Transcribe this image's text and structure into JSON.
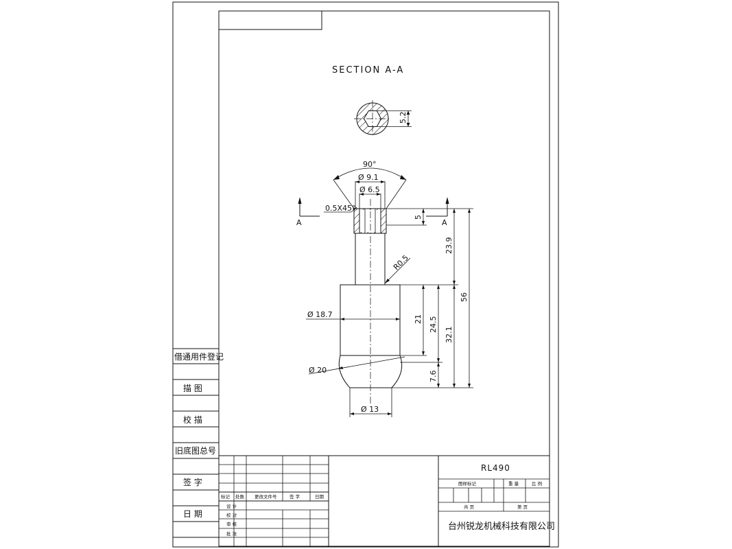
{
  "drawing": {
    "section_title": "SECTION A-A",
    "section_mark": "A",
    "dimensions": {
      "hex_width": "5.2",
      "angle": "90°",
      "dia_9_1": "Ø 9.1",
      "dia_6_5": "Ø 6.5",
      "chamfer": "0.5X45°",
      "depth_5": "5",
      "d23_9": "23.9",
      "d56": "56",
      "r0_5": "R0.5",
      "dia_18_7": "Ø 18.7",
      "d21": "21",
      "d24_5": "24.5",
      "d32_1": "32.1",
      "dia_20": "Ø 20",
      "d7_6": "7.6",
      "dia_13": "Ø 13"
    }
  },
  "left_column": {
    "items": [
      "借通用件登记",
      "描  图",
      "校  描",
      "旧底图总号",
      "签  字",
      "日  期"
    ]
  },
  "title_block": {
    "part_number": "RL490",
    "company": "台州锐龙机械科技有限公司",
    "stage_mark_label": "图样标记",
    "weight_label": "重  量",
    "scale_label": "比  例",
    "total_sheets_label": "共    页",
    "sheet_label": "第    页",
    "revision_headers": [
      "标记",
      "处数",
      "更改文件号",
      "签  字",
      "日期"
    ],
    "approvals": [
      "设  计",
      "校  对",
      "审  核",
      "批  准"
    ]
  }
}
